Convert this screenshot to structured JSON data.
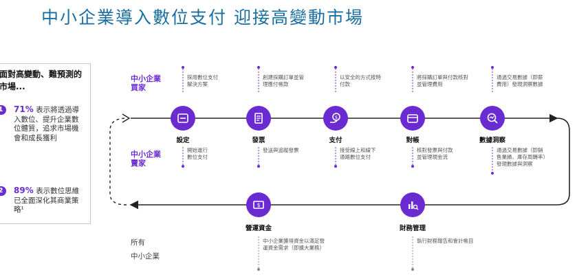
{
  "title": "中小企業導入數位支付 迎接高變動市場",
  "left_panel": {
    "heading": "面對高變動、難預測的市場...",
    "stats": [
      {
        "num": "1",
        "value": "71%",
        "text": "表示將透過導入數位、提升企業數位體質，追求市場機會和成長獲利"
      },
      {
        "num": "2",
        "value": "89%",
        "text": "表示數位思維已全面深化其商業策略¹"
      }
    ]
  },
  "roles": {
    "buyer": "中小企業\n買家",
    "seller": "中小企業\n賣家",
    "all_line1": "所有",
    "all_line2": "中小企業"
  },
  "steps": [
    {
      "name": "設定",
      "icon": "screen-icon",
      "buyer_note": "採用數位支付\n解決方案",
      "seller_note": "開始進行\n數位支付"
    },
    {
      "name": "發票",
      "icon": "document-icon",
      "buyer_note": "創建採購訂單並管\n理應付帳款",
      "seller_note": "發送與追蹤發票"
    },
    {
      "name": "支付",
      "icon": "payment-hand-icon",
      "buyer_note": "以安全的方式按時\n付款",
      "seller_note": "接受線上和線下\n通路數位支付"
    },
    {
      "name": "對帳",
      "icon": "wallet-icon",
      "buyer_note": "將採購訂單與付款核對\n並管理費用",
      "seller_note": "核對發票與付款\n並管理現金流"
    },
    {
      "name": "數據洞察",
      "icon": "analytics-magnifier-icon",
      "buyer_note": "通過交易數據（即薪\n費用）發現洞察數據",
      "seller_note": "通過交易數據（即銷\n售業績、庫存周轉率）\n發現數據與洞察"
    }
  ],
  "bottom_steps": [
    {
      "name": "營運資金",
      "icon": "money-icon",
      "note": "中小企業獲得資金以滿足營\n運資金需求（即擴大業務）"
    },
    {
      "name": "財務管理",
      "icon": "chart-magnifier-icon",
      "note": "執行財務報告和會計帳目"
    }
  ],
  "colors": {
    "accent": "#6a2cd1",
    "title": "#1a6fa0",
    "line": "#222222"
  }
}
